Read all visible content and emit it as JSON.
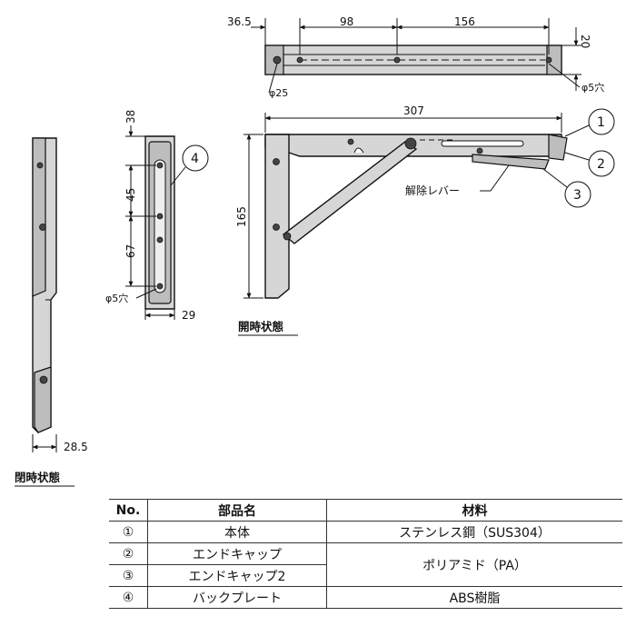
{
  "dimensions": {
    "top_view": {
      "d1": "36.5",
      "d2": "98",
      "d3": "156",
      "d4": "20",
      "hole_left": "φ25",
      "hole_right": "φ5穴"
    },
    "side_view": {
      "d_top": "38",
      "d_mid1": "45",
      "d_mid2": "67",
      "hole": "φ5穴",
      "d_bottom": "29"
    },
    "open_view": {
      "width": "307",
      "height": "165"
    },
    "closed_view": {
      "d_bottom": "28.5"
    }
  },
  "labels": {
    "release_lever": "解除レバー",
    "open_state": "開時状態",
    "closed_state": "閉時状態"
  },
  "callouts": [
    "1",
    "2",
    "3",
    "4"
  ],
  "table": {
    "headers": [
      "No.",
      "部品名",
      "材料"
    ],
    "rows": [
      {
        "no": "①",
        "name": "本体",
        "material": "ステンレス鋼（SUS304）"
      },
      {
        "no": "②",
        "name": "エンドキャップ",
        "material": "ポリアミド（PA）"
      },
      {
        "no": "③",
        "name": "エンドキャップ2",
        "material": ""
      },
      {
        "no": "④",
        "name": "バックプレート",
        "material": "ABS樹脂"
      }
    ]
  }
}
